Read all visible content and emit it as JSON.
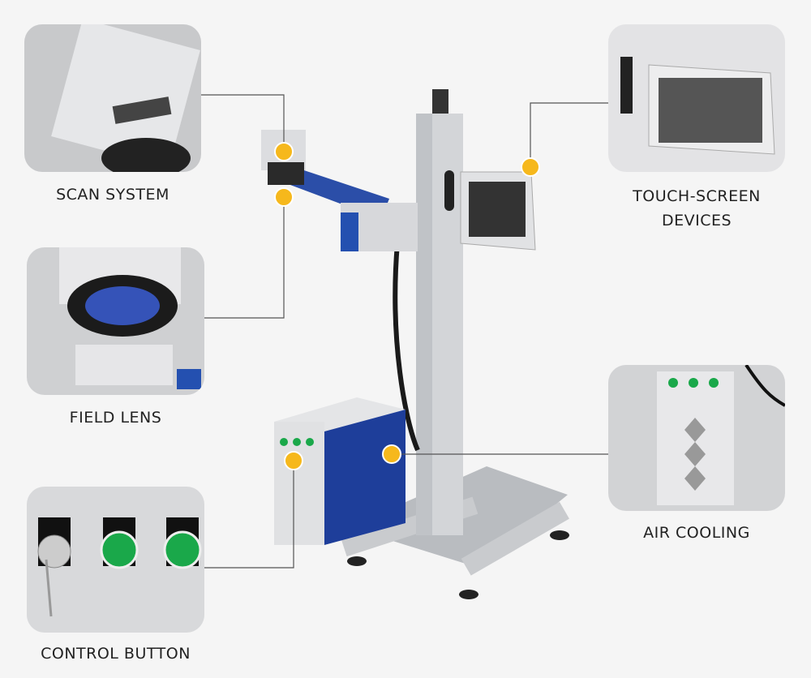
{
  "components": [
    {
      "id": "scan-system",
      "label": "SCAN SYSTEM"
    },
    {
      "id": "field-lens",
      "label": "FIELD LENS"
    },
    {
      "id": "control-button",
      "label": "CONTROL BUTTON"
    },
    {
      "id": "touch-screen",
      "label_line1": "TOUCH-SCREEN",
      "label_line2": "DEVICES"
    },
    {
      "id": "air-cooling",
      "label": "AIR COOLING"
    }
  ],
  "colors": {
    "marker": "#f6b81c",
    "line": "#555555",
    "accent": "#1f3f9c",
    "button": "#1aa84a"
  }
}
